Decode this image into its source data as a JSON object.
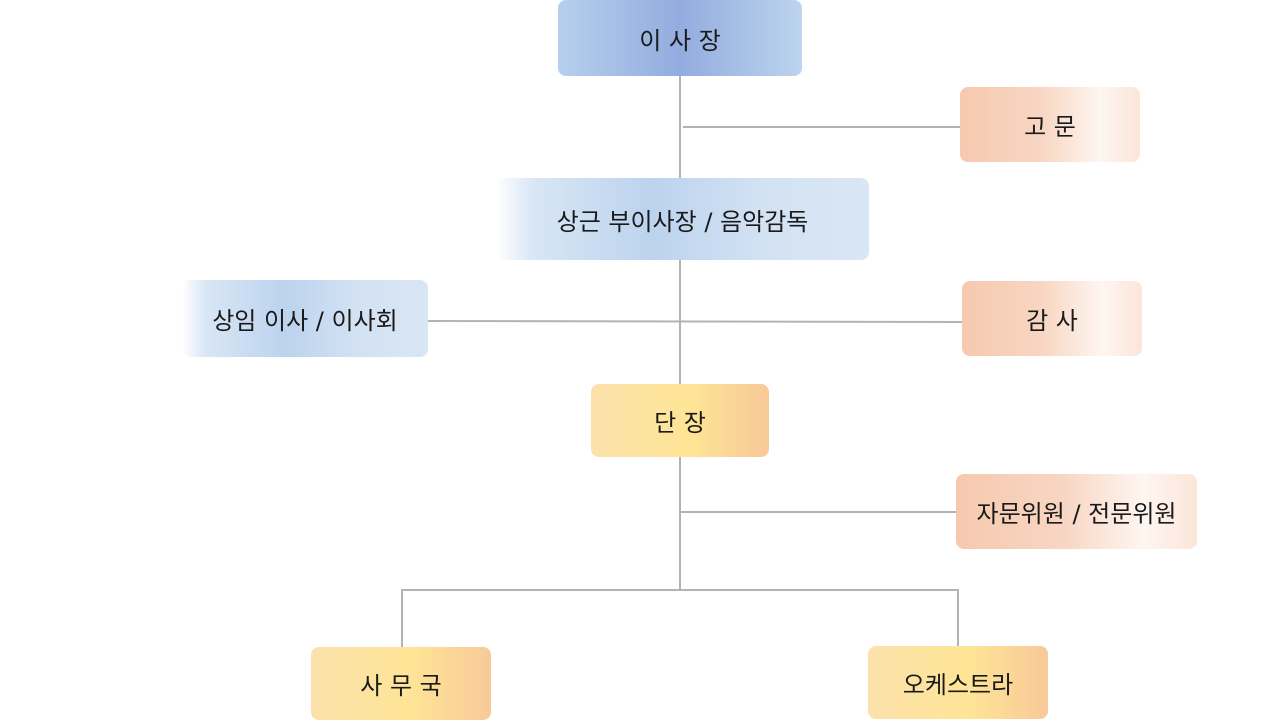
{
  "org_chart": {
    "chairman": "이 사 장",
    "advisor": "고 문",
    "vice_chairman": "상근 부이사장 / 음악감독",
    "standing_directors": "상임 이사 / 이사회",
    "auditor": "감 사",
    "director": "단 장",
    "committee": "자문위원 / 전문위원",
    "secretariat": "사 무 국",
    "orchestra": "오케스트라"
  },
  "colors": {
    "connector": "#b3b3b3",
    "blue": "#93acdf",
    "peach": "#f6c9ae",
    "yellow": "#fee596"
  }
}
